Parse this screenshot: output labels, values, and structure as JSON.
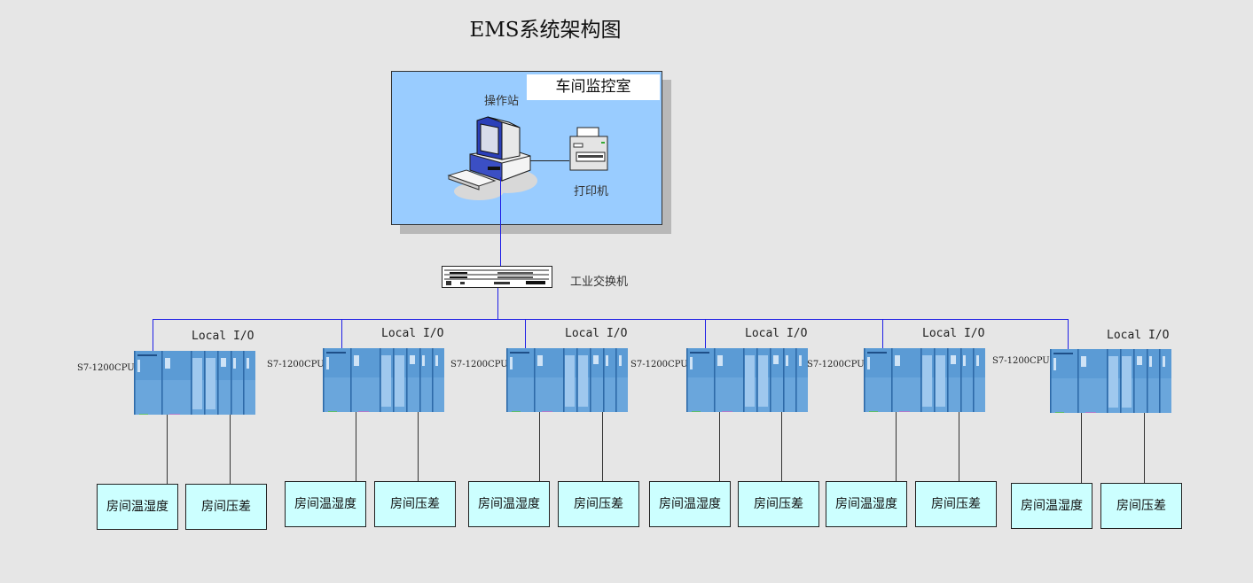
{
  "title": "EMS系统架构图",
  "control_room": {
    "label": "车间监控室",
    "workstation_label": "操作站",
    "printer_label": "打印机"
  },
  "switch": {
    "label": "工业交换机"
  },
  "stations": [
    {
      "cpu_label": "S7-1200CPU",
      "io_label": "Local I/O",
      "sensors": [
        "房间温湿度",
        "房间压差"
      ]
    },
    {
      "cpu_label": "S7-1200CPU",
      "io_label": "Local I/O",
      "sensors": [
        "房间温湿度",
        "房间压差"
      ]
    },
    {
      "cpu_label": "S7-1200CPU",
      "io_label": "Local I/O",
      "sensors": [
        "房间温湿度",
        "房间压差"
      ]
    },
    {
      "cpu_label": "S7-1200CPU",
      "io_label": "Local I/O",
      "sensors": [
        "房间温湿度",
        "房间压差"
      ]
    },
    {
      "cpu_label": "S7-1200CPU",
      "io_label": "Local I/O",
      "sensors": [
        "房间温湿度",
        "房间压差"
      ]
    },
    {
      "cpu_label": "S7-1200CPU",
      "io_label": "Local I/O",
      "sensors": [
        "房间温湿度",
        "房间压差"
      ]
    }
  ],
  "colors": {
    "background": "#e6e6e6",
    "room_fill": "#99ccff",
    "network_line": "#1f1fe6",
    "sensor_fill": "#ccffff",
    "plc_blue": "#5b9bd5"
  }
}
